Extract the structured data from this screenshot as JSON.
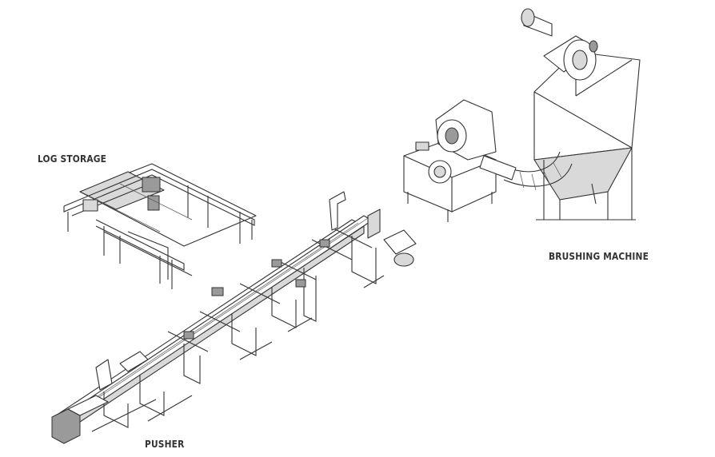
{
  "labels": {
    "log_storage": "LOG STORAGE",
    "brushing_machine": "BRUSHING MACHINE",
    "pusher": "PUSHER"
  }
}
